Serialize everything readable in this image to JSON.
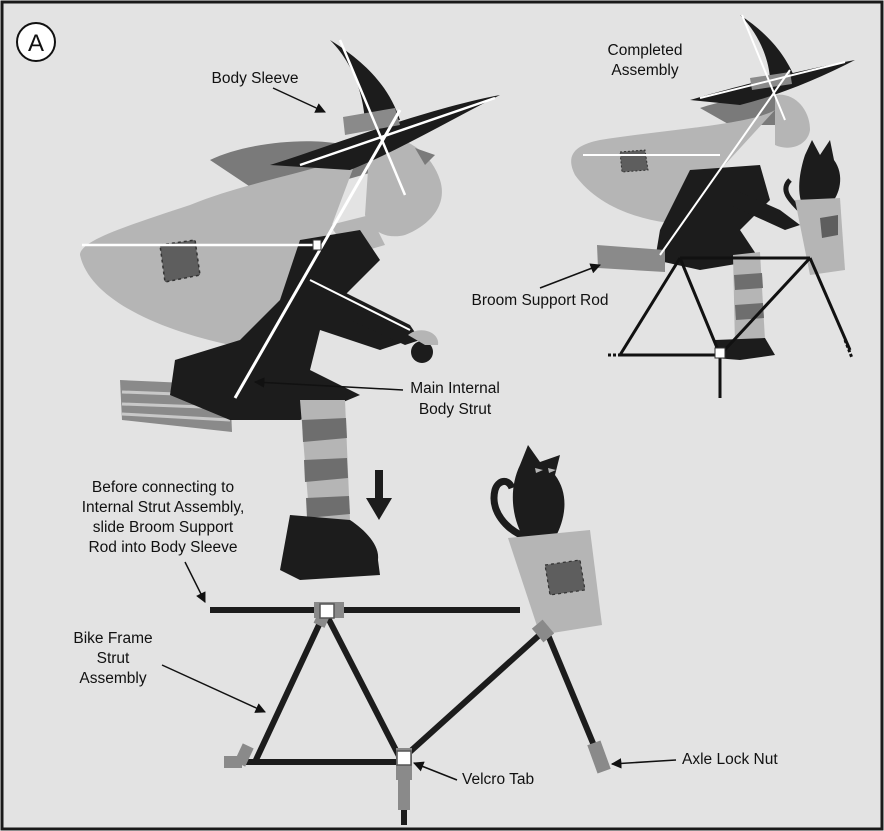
{
  "panel": {
    "badge": "A"
  },
  "labels": {
    "body_sleeve": "Body Sleeve",
    "completed_assembly": [
      "Completed",
      "Assembly"
    ],
    "broom_support_rod": "Broom Support Rod",
    "main_internal_body_strut": [
      "Main Internal",
      "Body Strut"
    ],
    "before_connecting": [
      "Before connecting to",
      "Internal Strut Assembly,",
      "slide Broom Support",
      "Rod into Body Sleeve"
    ],
    "bike_frame_strut_assembly": [
      "Bike Frame",
      "Strut",
      "Assembly"
    ],
    "axle_lock_nut": "Axle Lock Nut",
    "velcro_tab": "Velcro Tab"
  },
  "colors": {
    "background": "#e3e3e3",
    "border": "#1a1a1a",
    "dark_fill": "#1c1c1c",
    "mid_gray": "#7a7a7a",
    "light_gray": "#b5b5b5",
    "patch": "#5e5e5e",
    "rod": "#ffffff"
  }
}
